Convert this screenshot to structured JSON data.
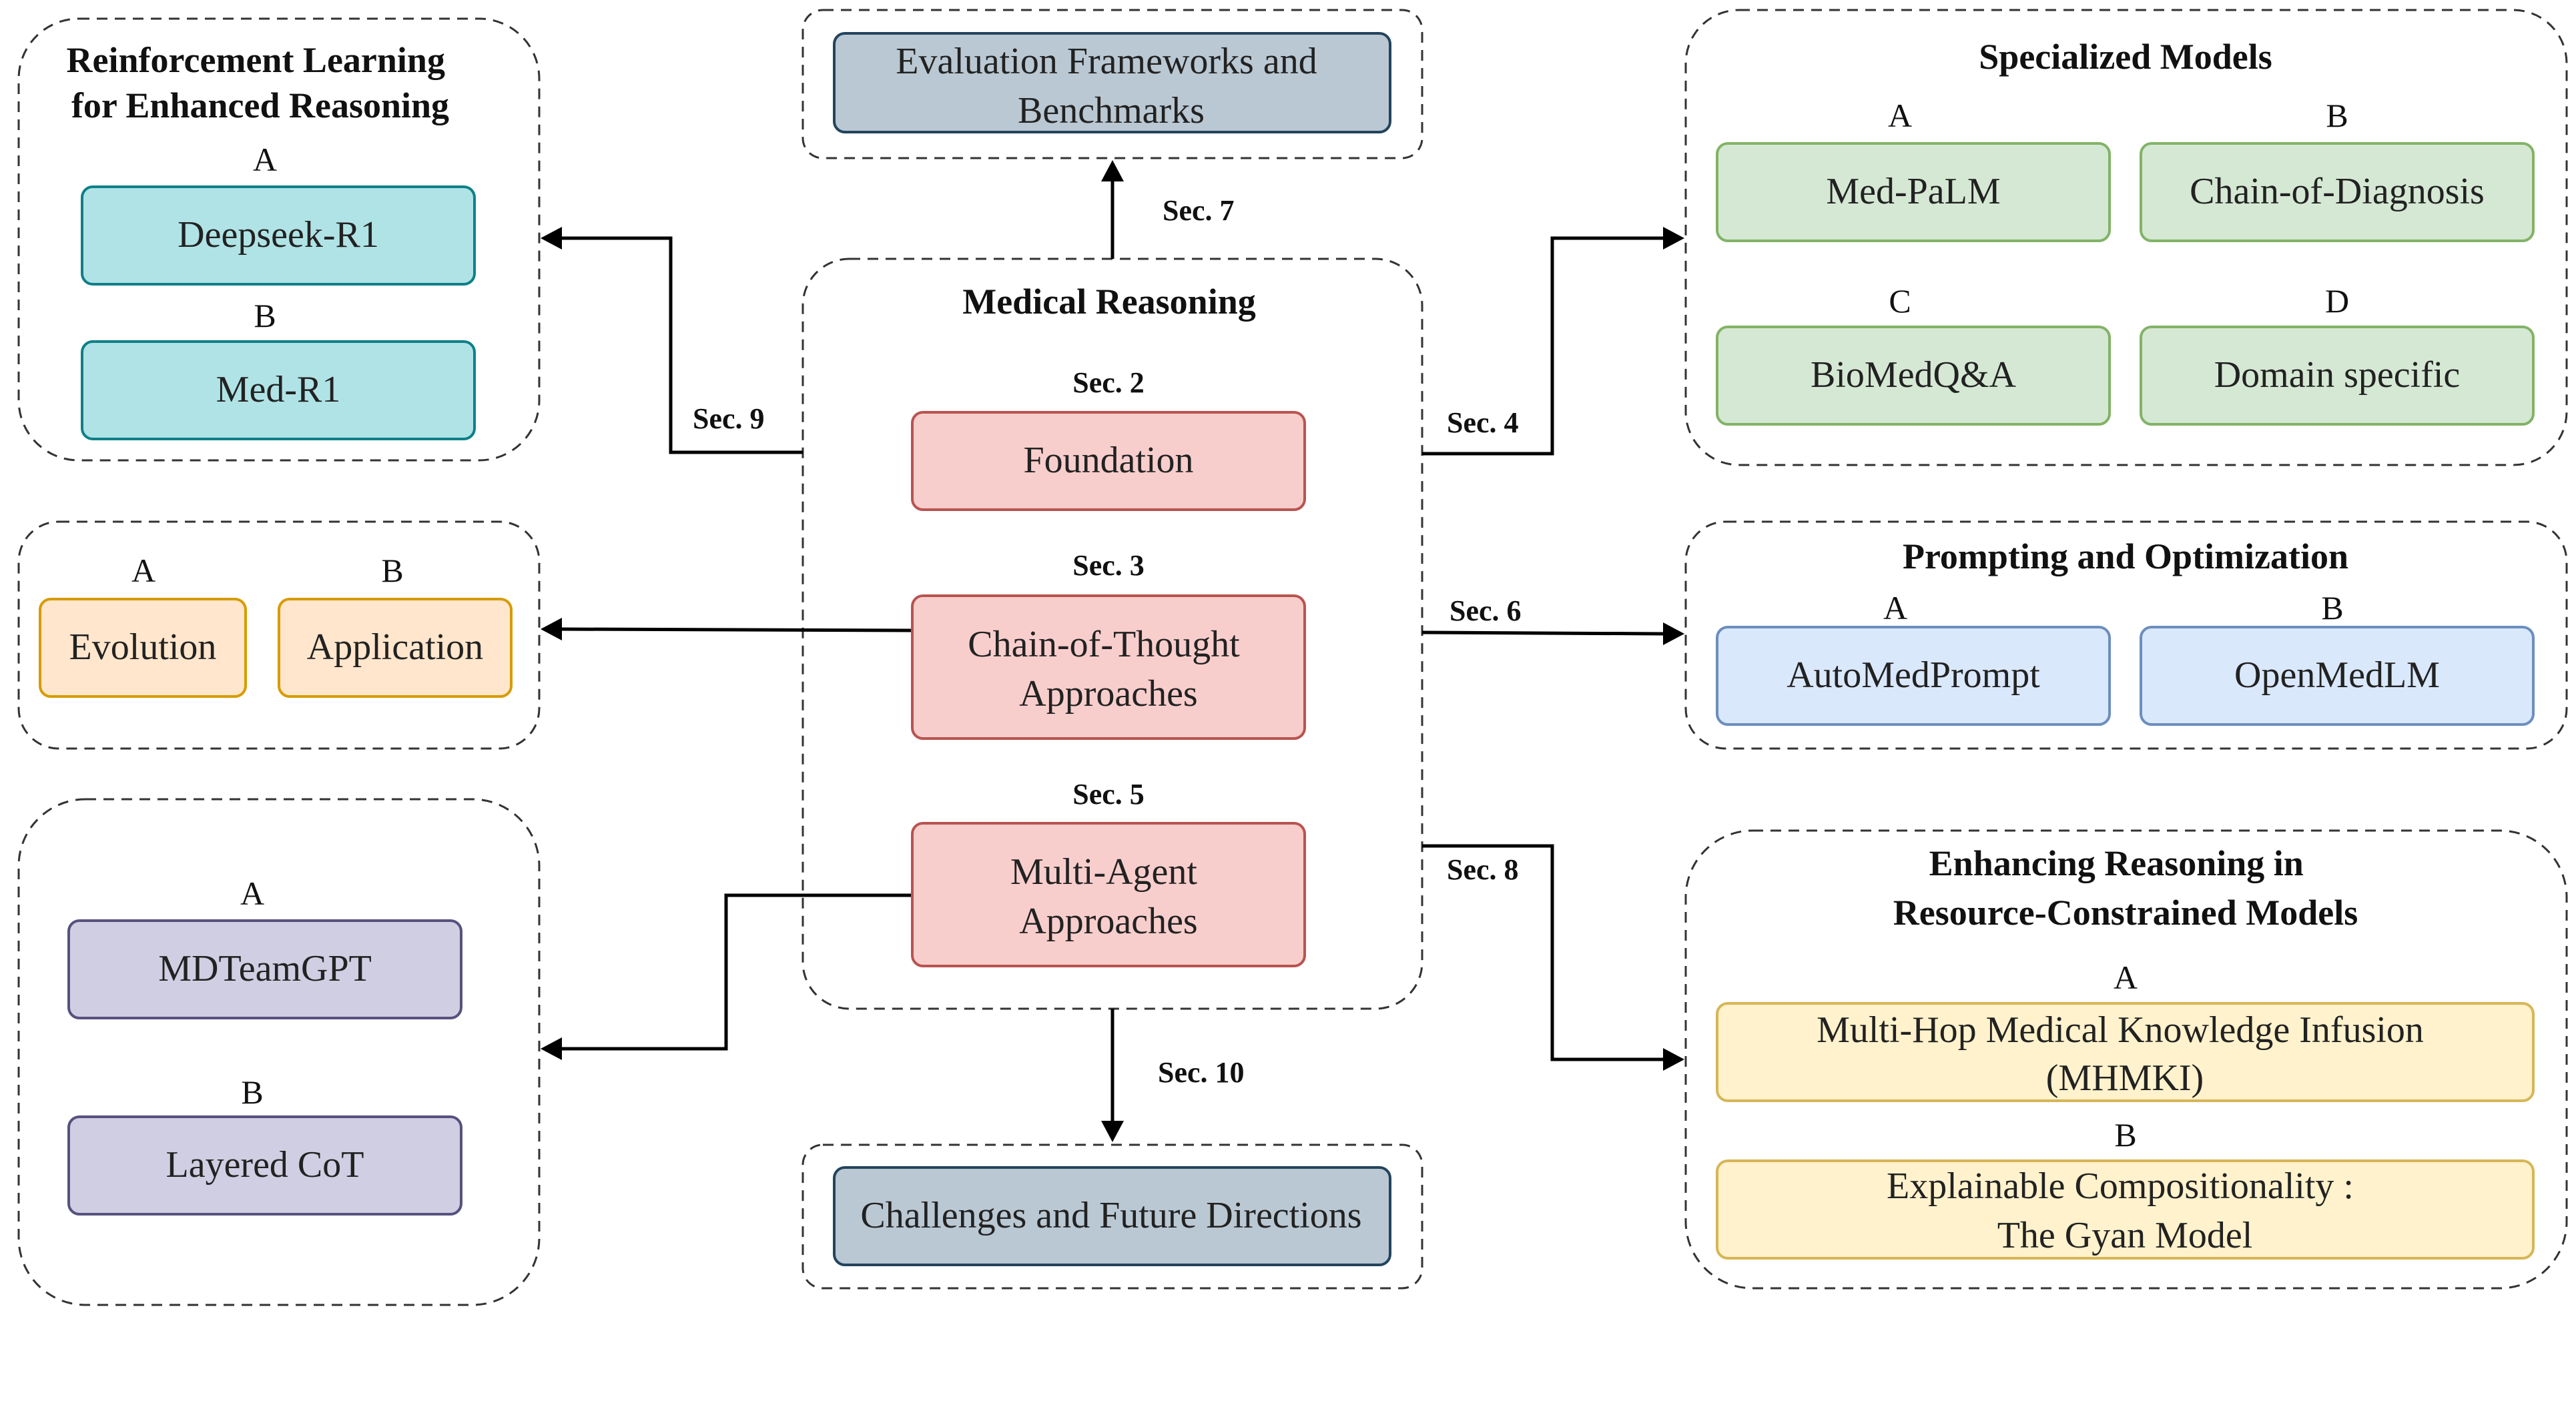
{
  "palette": {
    "teal": {
      "fill": "#b0e3e6",
      "stroke": "#0e8088"
    },
    "orange": {
      "fill": "#ffe6cc",
      "stroke": "#d79b00"
    },
    "purple": {
      "fill": "#d0cee2",
      "stroke": "#56517e"
    },
    "red": {
      "fill": "#f8cecc",
      "stroke": "#b85450"
    },
    "slate": {
      "fill": "#bac8d3",
      "stroke": "#23445d"
    },
    "green": {
      "fill": "#d5e8d4",
      "stroke": "#82b366"
    },
    "blue": {
      "fill": "#dae8fc",
      "stroke": "#6c8ebf"
    },
    "yellow": {
      "fill": "#fff2cc",
      "stroke": "#d6b656"
    }
  },
  "center": {
    "title": "Medical Reasoning",
    "sections": [
      {
        "sec": "Sec. 2",
        "label": [
          "Foundation"
        ]
      },
      {
        "sec": "Sec. 3",
        "label": [
          "Chain-of-Thought",
          "Approaches"
        ]
      },
      {
        "sec": "Sec. 5",
        "label": [
          "Multi-Agent",
          "Approaches"
        ]
      }
    ]
  },
  "evaluation": {
    "label": [
      "Evaluation Frameworks and",
      "Benchmarks"
    ],
    "sec": "Sec. 7"
  },
  "challenges": {
    "label": [
      "Challenges and Future Directions"
    ],
    "sec": "Sec. 10"
  },
  "rl": {
    "title": [
      "Reinforcement Learning",
      "for Enhanced Reasoning"
    ],
    "sec": "Sec. 9",
    "items": [
      {
        "letter": "A",
        "label": [
          "Deepseek-R1"
        ]
      },
      {
        "letter": "B",
        "label": [
          "Med-R1"
        ]
      }
    ]
  },
  "cot_group": {
    "items": [
      {
        "letter": "A",
        "label": [
          "Evolution"
        ]
      },
      {
        "letter": "B",
        "label": [
          "Application"
        ]
      }
    ]
  },
  "multi_agent_group": {
    "items": [
      {
        "letter": "A",
        "label": [
          "MDTeamGPT"
        ]
      },
      {
        "letter": "B",
        "label": [
          "Layered CoT"
        ]
      }
    ]
  },
  "specialized": {
    "title": [
      "Specialized Models"
    ],
    "sec": "Sec. 4",
    "items": [
      {
        "letter": "A",
        "label": [
          "Med-PaLM"
        ]
      },
      {
        "letter": "B",
        "label": [
          "Chain-of-Diagnosis"
        ]
      },
      {
        "letter": "C",
        "label": [
          "BioMedQ&A"
        ]
      },
      {
        "letter": "D",
        "label": [
          "Domain specific"
        ]
      }
    ]
  },
  "prompting": {
    "title": [
      "Prompting and Optimization"
    ],
    "sec": "Sec. 6",
    "items": [
      {
        "letter": "A",
        "label": [
          "AutoMedPrompt"
        ]
      },
      {
        "letter": "B",
        "label": [
          "OpenMedLM"
        ]
      }
    ]
  },
  "resource": {
    "title": [
      "Enhancing Reasoning in",
      "Resource-Constrained Models"
    ],
    "sec": "Sec. 8",
    "items": [
      {
        "letter": "A",
        "label": [
          "Multi-Hop Medical Knowledge Infusion",
          "(MHMKI)"
        ]
      },
      {
        "letter": "B",
        "label": [
          "Explainable Compositionality :",
          "The Gyan Model"
        ]
      }
    ]
  }
}
